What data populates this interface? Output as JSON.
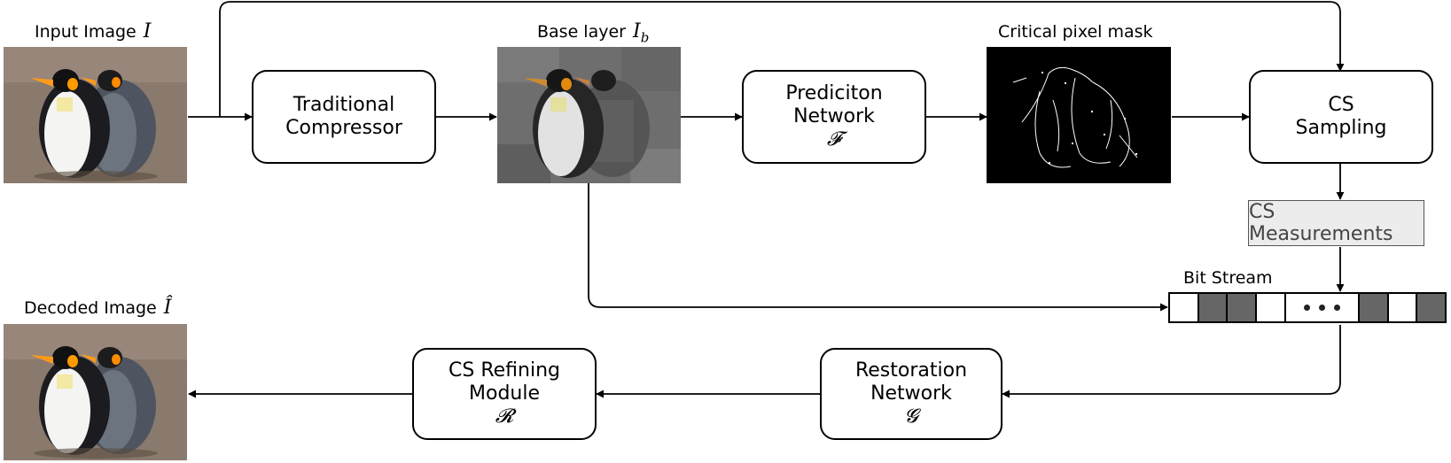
{
  "labels": {
    "input": "Input Image",
    "input_sym": "I",
    "base": "Base layer",
    "base_sym": "I",
    "base_sub": "b",
    "mask": "Critical pixel mask",
    "decoded": "Decoded Image",
    "decoded_sym": "Î",
    "bitstream": "Bit Stream"
  },
  "boxes": {
    "compressor": {
      "line1": "Traditional",
      "line2": "Compressor"
    },
    "prediction": {
      "line1": "Prediciton",
      "line2": "Network",
      "sym": "𝓕"
    },
    "cs_sampling": {
      "line1": "CS",
      "line2": "Sampling"
    },
    "measurements": "CS Measurements",
    "restoration": {
      "line1": "Restoration",
      "line2": "Network",
      "sym": "𝓖"
    },
    "refining": {
      "line1": "CS Refining",
      "line2": "Module",
      "sym": "𝓡"
    }
  },
  "bitstream_cells": [
    "white",
    "dark",
    "dark",
    "white",
    "dots",
    "dark",
    "white",
    "dark"
  ],
  "colors": {
    "line": "#000000",
    "bit_dark": "#666666",
    "measurement_bg": "#ececec",
    "mask_bg": "#000000"
  }
}
